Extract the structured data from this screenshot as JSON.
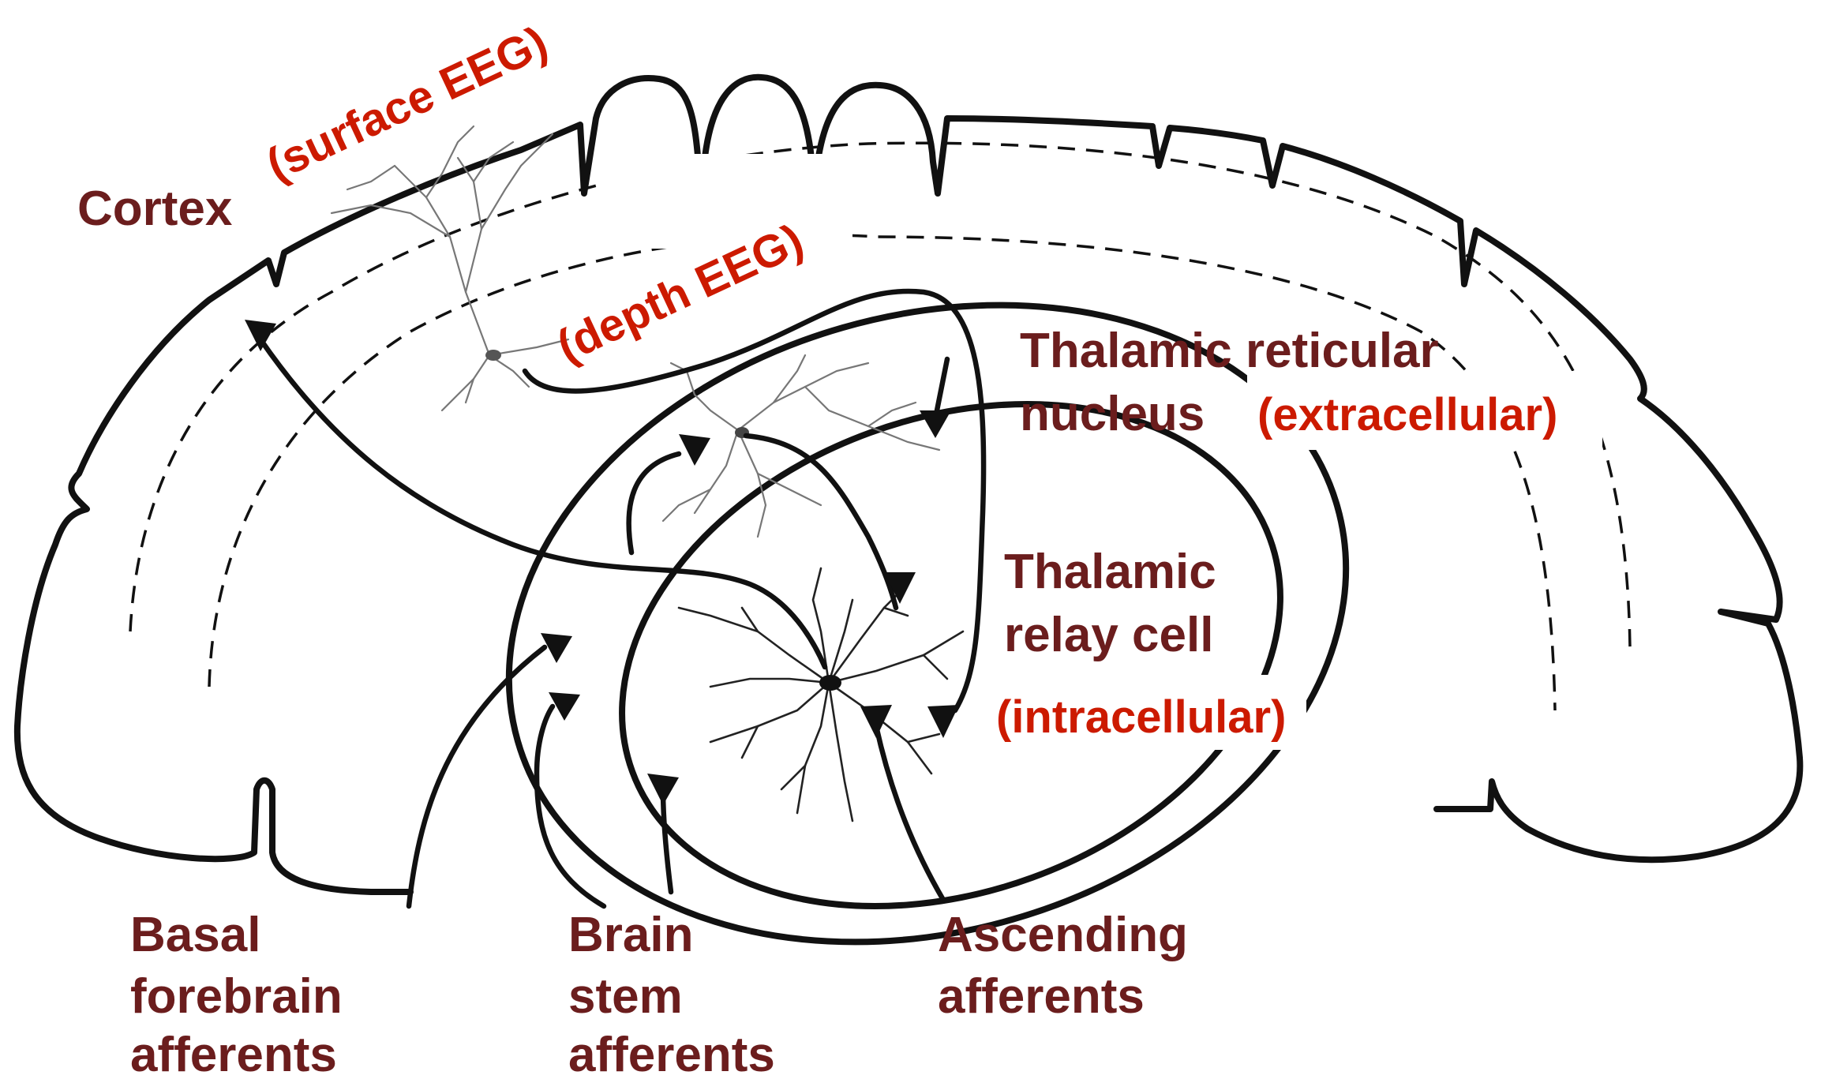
{
  "labels": {
    "cortex": "Cortex",
    "thalamic_reticular_line1": "Thalamic reticular",
    "thalamic_reticular_line2": "nucleus",
    "thalamic_relay_line1": "Thalamic",
    "thalamic_relay_line2": "relay cell",
    "basal_line1": "Basal",
    "basal_line2": "forebrain",
    "basal_line3": "afferents",
    "brainstem_line1": "Brain",
    "brainstem_line2": "stem",
    "brainstem_line3": "afferents",
    "ascending_line1": "Ascending",
    "ascending_line2": "afferents"
  },
  "recordings": {
    "surface": "(surface EEG)",
    "depth": "(depth EEG)",
    "extracellular": "(extracellular)",
    "intracellular": "(intracellular)"
  },
  "colors": {
    "anatomy_label": "#6b1d1d",
    "recording_label": "#cc1a00",
    "line": "#111111"
  }
}
